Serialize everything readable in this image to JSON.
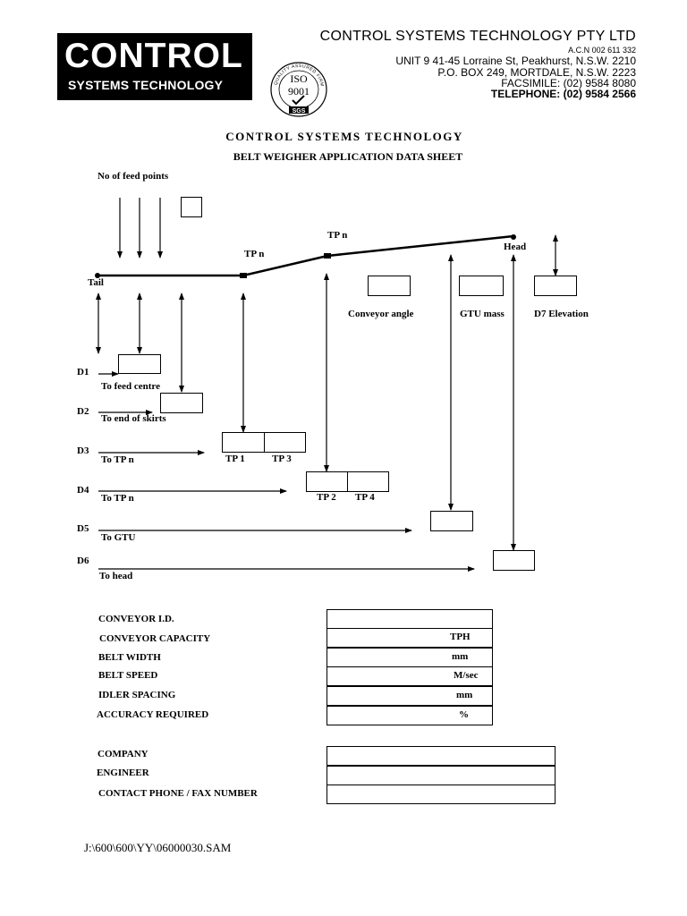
{
  "header": {
    "logo_line1": "CONTROL",
    "logo_line2": "SYSTEMS TECHNOLOGY",
    "company": "CONTROL SYSTEMS TECHNOLOGY PTY LTD",
    "acn": "A.C.N 002 611 332",
    "address1": "UNIT 9 41-45 Lorraine St, Peakhurst, N.S.W. 2210",
    "address2": "P.O. BOX 249, MORTDALE, N.S.W. 2223",
    "fax": "FACSIMILE: (02) 9584 8080",
    "phone": "TELEPHONE: (02) 9584 2566",
    "iso_seal": {
      "line1": "ISO",
      "line2": "9001",
      "cert": "SGS",
      "ring_text": "QUALITY ASSURED FIRM"
    }
  },
  "title": {
    "line1": "CONTROL  SYSTEMS  TECHNOLOGY",
    "line2": "BELT WEIGHER APPLICATION DATA SHEET"
  },
  "diagram": {
    "feed_points_label": "No of feed points",
    "tail": "Tail",
    "head": "Head",
    "tp_n_1": "TP n",
    "tp_n_2": "TP n",
    "conveyor_angle": "Conveyor angle",
    "gtu_mass": "GTU mass",
    "d7_elevation": "D7 Elevation",
    "rows": [
      {
        "d": "D1",
        "to": "To feed centre"
      },
      {
        "d": "D2",
        "to": "To  end of skirts"
      },
      {
        "d": "D3",
        "to": "To TP n"
      },
      {
        "d": "D4",
        "to": "To TP n"
      },
      {
        "d": "D5",
        "to": "To GTU"
      },
      {
        "d": "D6",
        "to": "To head"
      }
    ],
    "tp1": "TP 1",
    "tp3": "TP 3",
    "tp2": "TP 2",
    "tp4": "TP 4"
  },
  "form": {
    "fields": [
      {
        "label": "CONVEYOR I.D.",
        "unit": ""
      },
      {
        "label": "CONVEYOR CAPACITY",
        "unit": "TPH"
      },
      {
        "label": "BELT WIDTH",
        "unit": "mm"
      },
      {
        "label": "BELT SPEED",
        "unit": "M/sec"
      },
      {
        "label": "IDLER SPACING",
        "unit": "mm"
      },
      {
        "label": "ACCURACY REQUIRED",
        "unit": "%"
      }
    ],
    "contact": [
      {
        "label": "COMPANY"
      },
      {
        "label": "ENGINEER"
      },
      {
        "label": "CONTACT PHONE / FAX NUMBER"
      }
    ]
  },
  "footer": {
    "path": "J:\\600\\600\\YY\\06000030.SAM"
  }
}
